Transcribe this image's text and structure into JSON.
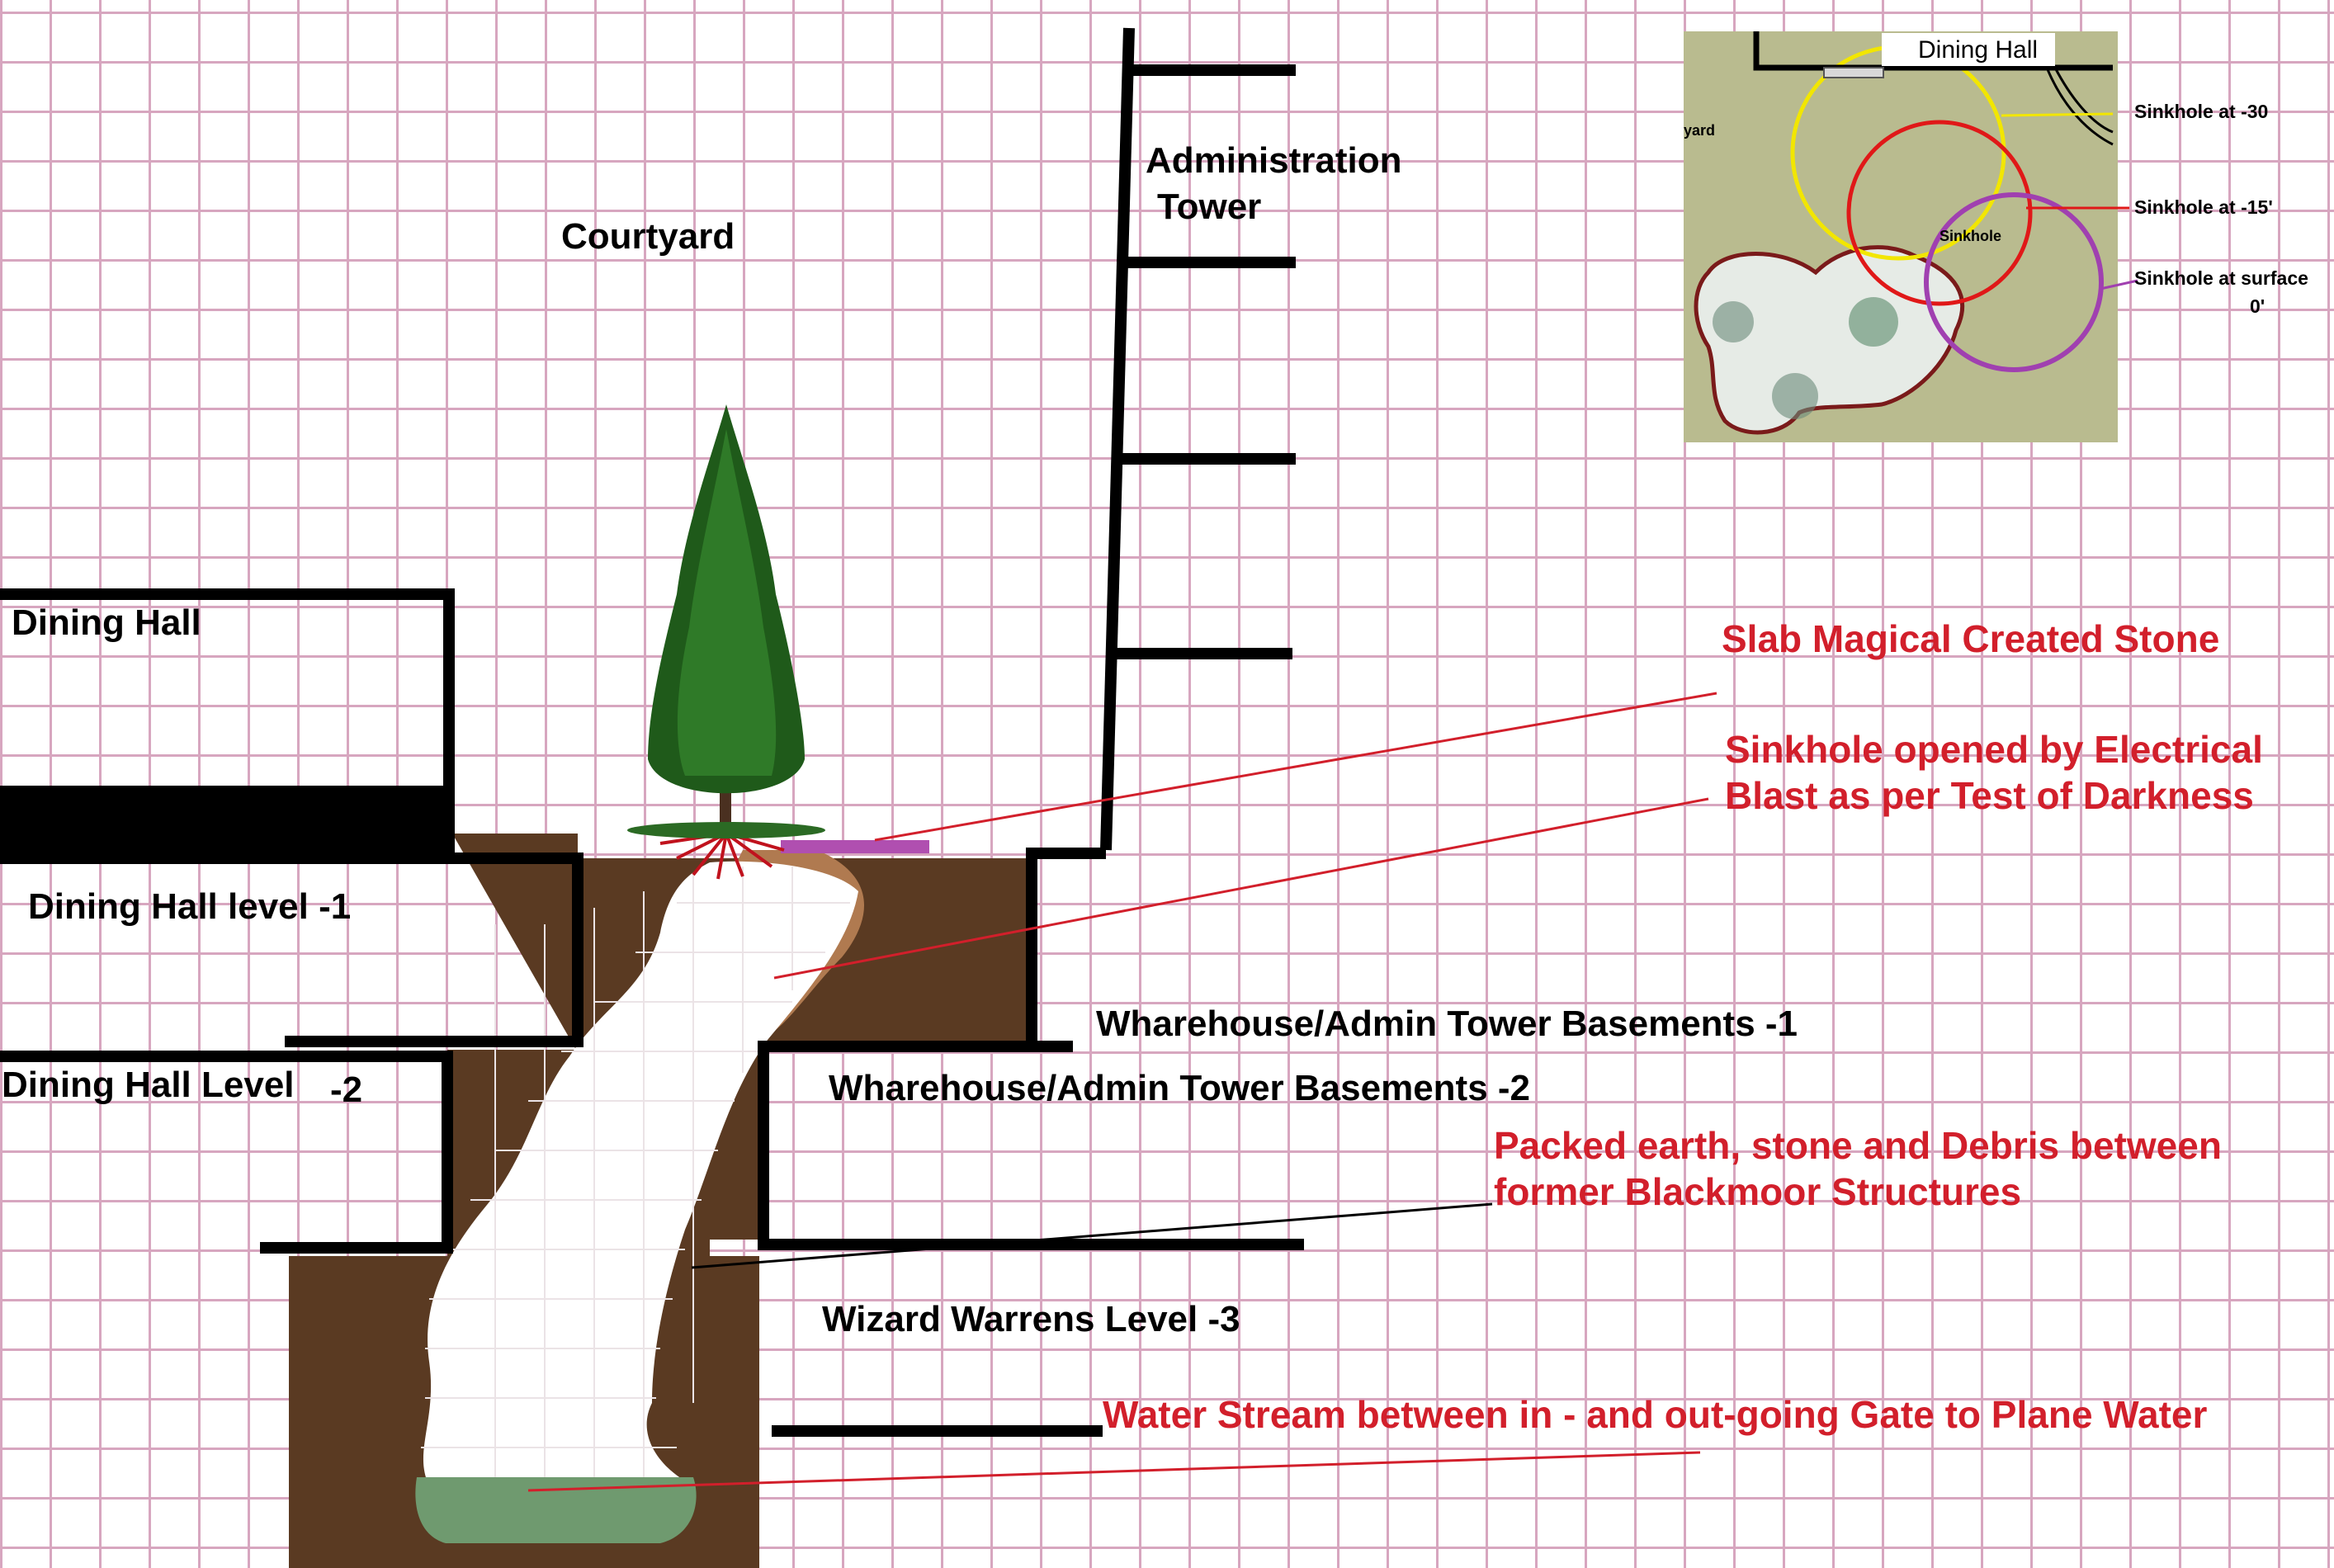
{
  "labels": {
    "courtyard": "Courtyard",
    "admin_tower_line1": "Administration",
    "admin_tower_line2": "Tower",
    "dining_hall": "Dining Hall",
    "dining_hall_level_1": "Dining Hall level -1",
    "dining_hall_level_2": "Dining Hall Level",
    "dining_hall_level_2_num": "-2",
    "wharehouse_basements_1": "Wharehouse/Admin Tower Basements -1",
    "wharehouse_basements_2": "Wharehouse/Admin Tower Basements -2",
    "wizard_warrens": "Wizard Warrens Level -3"
  },
  "annotations": {
    "slab": "Slab Magical Created Stone",
    "sinkhole_line1": "Sinkhole opened by Electrical",
    "sinkhole_line2": "Blast as per Test of Darkness",
    "packed_line1": "Packed earth, stone and Debris between",
    "packed_line2": "former Blackmoor Structures",
    "water_stream": "Water Stream between in - and out-going Gate to Plane Water"
  },
  "inset": {
    "dining_hall": "Dining Hall",
    "yard_fragment": "yard",
    "sinkhole_center": "Sinkhole",
    "sinkhole_30": "Sinkhole at -30",
    "sinkhole_15": "Sinkhole at -15'",
    "sinkhole_surface": "Sinkhole at surface",
    "surface_depth": "0'"
  },
  "colors": {
    "grid": "#d7a6bf",
    "earth": "#5a3a22",
    "earth_light": "#b07a50",
    "annotation_red": "#d21f2b",
    "slab_purple": "#b04fb0",
    "water": "#6f9a6f",
    "circle_yellow": "#f2e600",
    "circle_red": "#e01818",
    "circle_purple": "#a040b0"
  }
}
